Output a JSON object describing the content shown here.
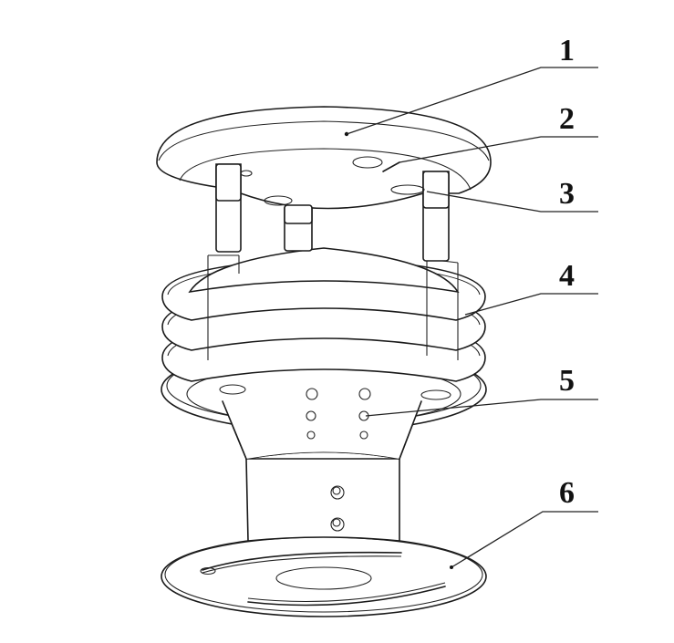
{
  "diagram": {
    "type": "technical-assembly-drawing",
    "subject": "sensor housing with stacked radiation shield louvers",
    "callouts": [
      {
        "id": "1",
        "label": "1",
        "points_to": "top cover disc"
      },
      {
        "id": "2",
        "label": "2",
        "points_to": "screw / fastener on top cover underside"
      },
      {
        "id": "3",
        "label": "3",
        "points_to": "support column"
      },
      {
        "id": "4",
        "label": "4",
        "points_to": "louvered radiation shield rings"
      },
      {
        "id": "5",
        "label": "5",
        "points_to": "sensor body with vent holes"
      },
      {
        "id": "6",
        "label": "6",
        "points_to": "mounting base flange"
      }
    ]
  },
  "colors": {
    "line": "#1a1a1a",
    "background": "#ffffff"
  }
}
